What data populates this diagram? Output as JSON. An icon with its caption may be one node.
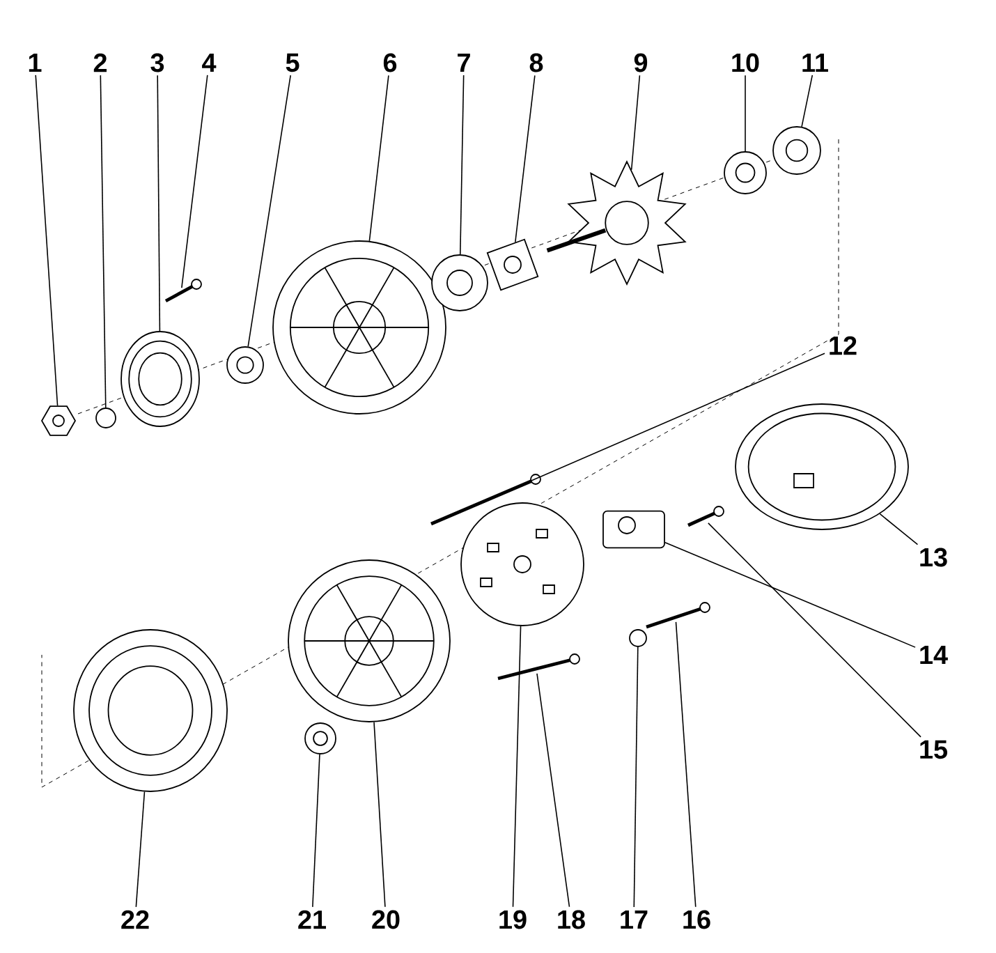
{
  "diagram": {
    "nodes": [
      {
        "text": [
          "1"
        ]
      },
      {
        "text": [
          "2"
        ]
      },
      {
        "text": [
          "3"
        ]
      },
      {
        "text": [
          "4"
        ]
      },
      {
        "text": [
          "5"
        ]
      },
      {
        "text": [
          "6"
        ]
      },
      {
        "text": [
          "7"
        ]
      },
      {
        "text": [
          "8"
        ]
      },
      {
        "text": [
          "9"
        ]
      },
      {
        "text": [
          "10"
        ]
      },
      {
        "text": [
          "11"
        ]
      },
      {
        "text": [
          "12"
        ]
      },
      {
        "text": [
          "13"
        ]
      },
      {
        "text": [
          "14"
        ]
      },
      {
        "text": [
          "15"
        ]
      },
      {
        "text": [
          "16"
        ]
      },
      {
        "text": [
          "17"
        ]
      },
      {
        "text": [
          "18"
        ]
      },
      {
        "text": [
          "19"
        ]
      },
      {
        "text": [
          "20"
        ]
      },
      {
        "text": [
          "21"
        ]
      },
      {
        "text": [
          "22"
        ]
      },
      {
        "text": [],
        "shape": "picture"
      },
      {
        "text": [],
        "shape": "circle"
      },
      {
        "text": [],
        "shape": "picture"
      },
      {
        "text": [],
        "shape": "picture"
      },
      {
        "text": [],
        "shape": "picture"
      },
      {
        "text": [],
        "shape": "picture"
      },
      {
        "text": [],
        "shape": "picture"
      },
      {
        "text": [],
        "shape": "picture"
      },
      {
        "text": [],
        "shape": "picture"
      },
      {
        "text": [],
        "shape": "picture"
      },
      {
        "text": [],
        "shape": "picture"
      },
      {
        "text": [],
        "shape": "picture"
      },
      {
        "text": [],
        "shape": "picture"
      },
      {
        "text": [],
        "shape": "picture"
      },
      {
        "text": [],
        "shape": "picture"
      },
      {
        "text": [],
        "shape": "picture"
      },
      {
        "text": [],
        "shape": "circle"
      },
      {
        "text": [],
        "shape": "picture"
      },
      {
        "text": [],
        "shape": "picture"
      },
      {
        "text": [],
        "shape": "picture"
      },
      {
        "text": [],
        "shape": "picture"
      },
      {
        "text": [],
        "shape": "picture"
      }
    ],
    "edges": [
      {
        "from": 0,
        "to": 22,
        "arrow": "none"
      },
      {
        "from": 1,
        "to": 23,
        "arrow": "none"
      },
      {
        "from": 2,
        "to": 24,
        "arrow": "none"
      },
      {
        "from": 3,
        "to": 25,
        "arrow": "none"
      },
      {
        "from": 4,
        "to": 26,
        "arrow": "none"
      },
      {
        "from": 5,
        "to": 27,
        "arrow": "none"
      },
      {
        "from": 6,
        "to": 28,
        "arrow": "none"
      },
      {
        "from": 7,
        "to": 29,
        "arrow": "none"
      },
      {
        "from": 8,
        "to": 30,
        "arrow": "none"
      },
      {
        "from": 9,
        "to": 31,
        "arrow": "none"
      },
      {
        "from": 10,
        "to": 32,
        "arrow": "none"
      },
      {
        "from": 11,
        "to": 33,
        "arrow": "none"
      },
      {
        "from": 12,
        "to": 34,
        "arrow": "none"
      },
      {
        "from": 13,
        "to": 35,
        "arrow": "none"
      },
      {
        "from": 14,
        "to": 36,
        "arrow": "none"
      },
      {
        "from": 15,
        "to": 37,
        "arrow": "none"
      },
      {
        "from": 16,
        "to": 38,
        "arrow": "none"
      },
      {
        "from": 17,
        "to": 39,
        "arrow": "none"
      },
      {
        "from": 18,
        "to": 40,
        "arrow": "none"
      },
      {
        "from": 19,
        "to": 41,
        "arrow": "none"
      },
      {
        "from": 20,
        "to": 42,
        "arrow": "none"
      },
      {
        "from": 21,
        "to": 43,
        "arrow": "none"
      }
    ]
  }
}
